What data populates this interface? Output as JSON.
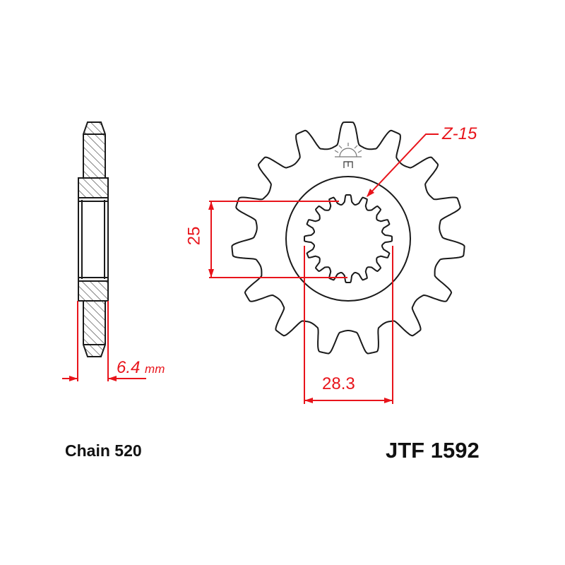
{
  "diagram": {
    "chain_label": "Chain 520",
    "part_number": "JTF 1592",
    "teeth_label": "Z-15",
    "teeth_count": 15,
    "spline_count": 16,
    "thickness_value": "6.4",
    "thickness_unit": "mm",
    "spline_dim_label": "25",
    "bolt_dim_label": "28.3",
    "logo_text": "JT",
    "colors": {
      "line": "#1a1a1a",
      "dimension": "#e8141b",
      "hatch": "#555555"
    }
  }
}
